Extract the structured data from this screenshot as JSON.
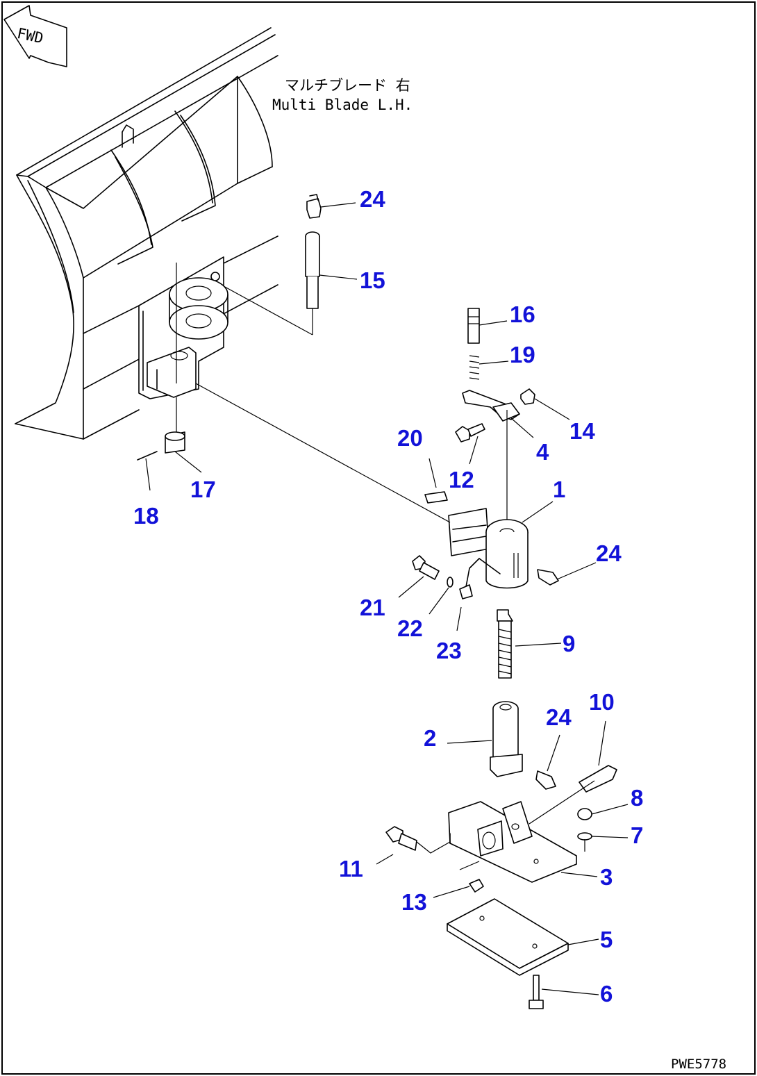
{
  "diagram": {
    "caption_jp": "マルチブレード 右",
    "caption_en": "Multi Blade L.H.",
    "direction_label": "FWD",
    "drawing_code": "PWE5778",
    "callouts": [
      {
        "id": "c1",
        "label": "1"
      },
      {
        "id": "c2",
        "label": "2"
      },
      {
        "id": "c3",
        "label": "3"
      },
      {
        "id": "c4",
        "label": "4"
      },
      {
        "id": "c5",
        "label": "5"
      },
      {
        "id": "c6",
        "label": "6"
      },
      {
        "id": "c7",
        "label": "7"
      },
      {
        "id": "c8",
        "label": "8"
      },
      {
        "id": "c9",
        "label": "9"
      },
      {
        "id": "c10",
        "label": "10"
      },
      {
        "id": "c11",
        "label": "11"
      },
      {
        "id": "c12",
        "label": "12"
      },
      {
        "id": "c13",
        "label": "13"
      },
      {
        "id": "c14",
        "label": "14"
      },
      {
        "id": "c15",
        "label": "15"
      },
      {
        "id": "c16",
        "label": "16"
      },
      {
        "id": "c17",
        "label": "17"
      },
      {
        "id": "c18",
        "label": "18"
      },
      {
        "id": "c19",
        "label": "19"
      },
      {
        "id": "c20",
        "label": "20"
      },
      {
        "id": "c21",
        "label": "21"
      },
      {
        "id": "c22",
        "label": "22"
      },
      {
        "id": "c23",
        "label": "23"
      },
      {
        "id": "c24a",
        "label": "24"
      },
      {
        "id": "c24b",
        "label": "24"
      },
      {
        "id": "c24c",
        "label": "24"
      }
    ]
  }
}
